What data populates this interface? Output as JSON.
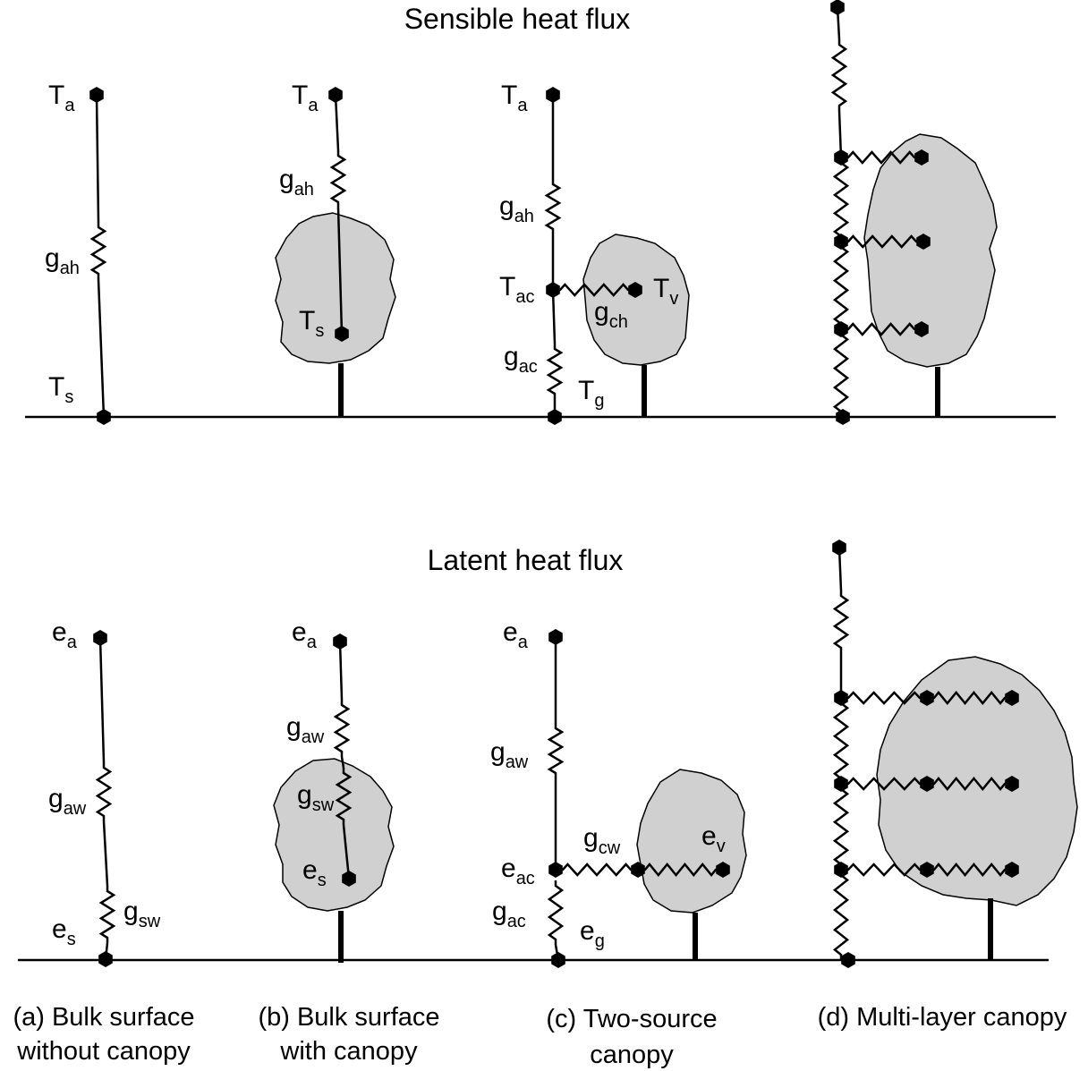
{
  "titles": {
    "sensible": "Sensible heat flux",
    "latent": "Latent heat flux"
  },
  "panels": [
    {
      "id": "a",
      "caption_line1": "(a) Bulk surface",
      "caption_line2": "without canopy"
    },
    {
      "id": "b",
      "caption_line1": "(b) Bulk surface",
      "caption_line2": "with canopy"
    },
    {
      "id": "c",
      "caption_line1": "(c) Two-source",
      "caption_line2": "canopy"
    },
    {
      "id": "d",
      "caption_line1": "(d) Multi-layer canopy",
      "caption_line2": ""
    }
  ],
  "sensible": {
    "a": {
      "Ta": [
        "T",
        "a"
      ],
      "gah": [
        "g",
        "ah"
      ],
      "Ts": [
        "T",
        "s"
      ]
    },
    "b": {
      "Ta": [
        "T",
        "a"
      ],
      "gah": [
        "g",
        "ah"
      ],
      "Ts": [
        "T",
        "s"
      ]
    },
    "c": {
      "Ta": [
        "T",
        "a"
      ],
      "gah": [
        "g",
        "ah"
      ],
      "Tac": [
        "T",
        "ac"
      ],
      "Tv": [
        "T",
        "v"
      ],
      "gch": [
        "g",
        "ch"
      ],
      "gac": [
        "g",
        "ac"
      ],
      "Tg": [
        "T",
        "g"
      ]
    }
  },
  "latent": {
    "a": {
      "ea": [
        "e",
        "a"
      ],
      "gaw": [
        "g",
        "aw"
      ],
      "gsw": [
        "g",
        "sw"
      ],
      "es": [
        "e",
        "s"
      ]
    },
    "b": {
      "ea": [
        "e",
        "a"
      ],
      "gaw": [
        "g",
        "aw"
      ],
      "gsw": [
        "g",
        "sw"
      ],
      "es": [
        "e",
        "s"
      ]
    },
    "c": {
      "ea": [
        "e",
        "a"
      ],
      "gaw": [
        "g",
        "aw"
      ],
      "gcw": [
        "g",
        "cw"
      ],
      "ev": [
        "e",
        "v"
      ],
      "eac": [
        "e",
        "ac"
      ],
      "gac": [
        "g",
        "ac"
      ],
      "eg": [
        "e",
        "g"
      ]
    }
  },
  "colors": {
    "canopy_fill": "#d0d0d0",
    "line": "#000000",
    "background": "#ffffff"
  }
}
